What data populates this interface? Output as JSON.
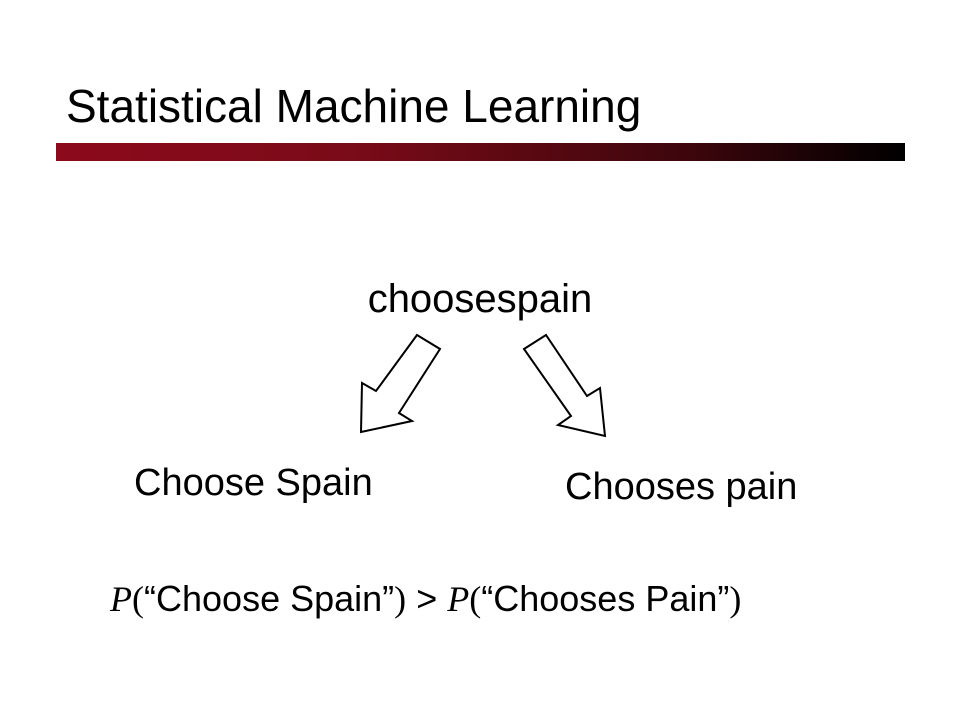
{
  "slide": {
    "title": "Statistical Machine Learning",
    "center_word": "choosespain",
    "left_segmentation": "Choose Spain",
    "right_segmentation": "Chooses pain",
    "probability": {
      "p_symbol": "P",
      "open_paren": "(",
      "close_paren": ")",
      "left_quote": "“",
      "right_quote": "”",
      "first_phrase": "Choose Spain",
      "operator": ">",
      "second_phrase": "Chooses Pain"
    }
  },
  "colors": {
    "title_bar_start": "#8c0a1c",
    "title_bar_end": "#000000",
    "text": "#000000",
    "background": "#ffffff"
  },
  "icons": {
    "left_arrow": "hollow-arrow-down-left-icon",
    "right_arrow": "hollow-arrow-down-right-icon"
  }
}
